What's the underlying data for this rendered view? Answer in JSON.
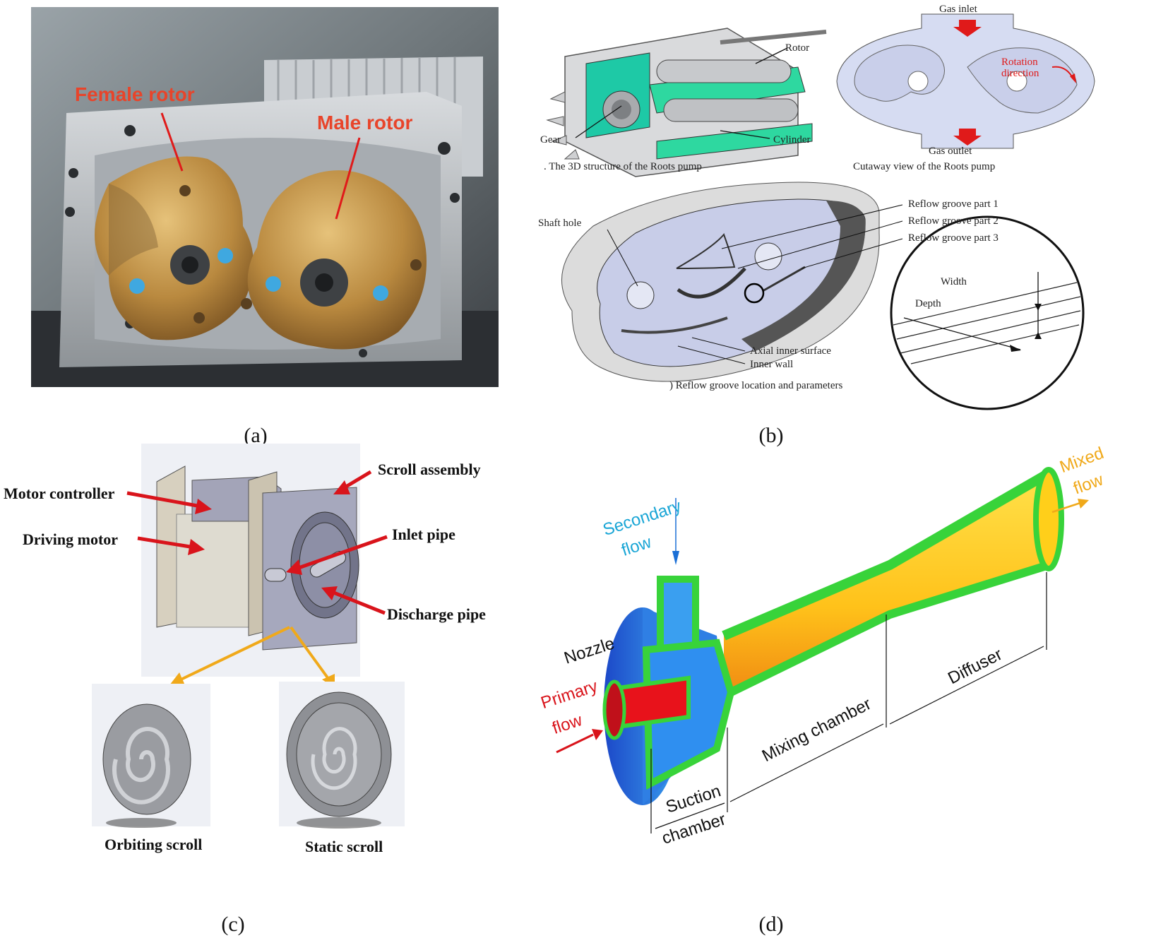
{
  "panel_a": {
    "caption": "(a)",
    "labels": {
      "female_rotor": "Female rotor",
      "male_rotor": "Male rotor"
    }
  },
  "panel_b": {
    "caption": "(b)",
    "labels": {
      "rotor": "Rotor",
      "gear": "Gear",
      "cylinder": "Cylinder",
      "gas_inlet": "Gas inlet",
      "gas_outlet": "Gas outlet",
      "rotation_direction_1": "Rotation",
      "rotation_direction_2": "direction",
      "structure_title": ". The 3D structure of the Roots pump",
      "cutaway_title": "Cutaway view of the Roots pump",
      "shaft_hole": "Shaft hole",
      "reflow_1": "Reflow groove part 1",
      "reflow_2": "Reflow groove part 2",
      "reflow_3": "Reflow groove part 3",
      "width": "Width",
      "depth": "Depth",
      "axial_inner_surface": "Axial inner surface",
      "inner_wall": "Inner wall",
      "groove_title": ") Reflow groove location and parameters"
    }
  },
  "panel_c": {
    "caption": "(c)",
    "labels": {
      "motor_controller": "Motor controller",
      "driving_motor": "Driving motor",
      "scroll_assembly": "Scroll assembly",
      "inlet_pipe": "Inlet pipe",
      "discharge_pipe": "Discharge pipe",
      "orbiting_scroll": "Orbiting scroll",
      "static_scroll": "Static scroll"
    }
  },
  "panel_d": {
    "caption": "(d)",
    "labels": {
      "secondary_flow_1": "Secondary",
      "secondary_flow_2": "flow",
      "mixed_flow_1": "Mixed",
      "mixed_flow_2": "flow",
      "nozzle": "Nozzle",
      "primary_flow_1": "Primary",
      "primary_flow_2": "flow",
      "suction_chamber_1": "Suction",
      "suction_chamber_2": "chamber",
      "mixing_chamber": "Mixing chamber",
      "diffuser": "Diffuser"
    }
  },
  "colors": {
    "red_arrow": "#d9141b",
    "orange_arrow": "#f0a91a",
    "brass": "#b9893f",
    "aluminum": "#b8bcc0",
    "cyan_label": "#1aa6d6",
    "green_wall": "#38d33a",
    "yellow_fill": "#ffd21a",
    "blue_body": "#1f5fd6",
    "pump_blue": "#d6dcf2",
    "teal": "#1ec9a6"
  }
}
